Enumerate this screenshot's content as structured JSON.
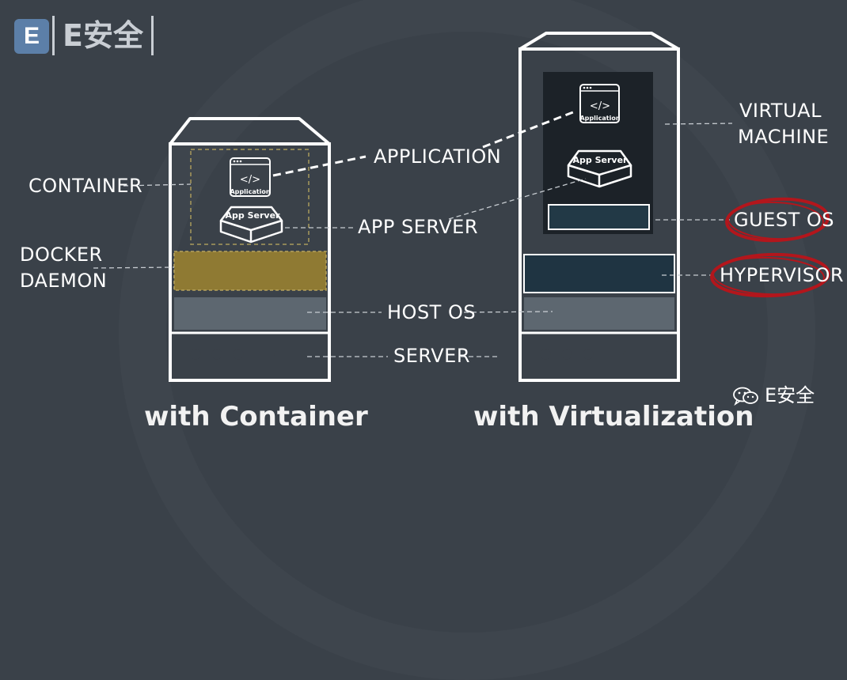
{
  "labels": {
    "container": "CONTAINER",
    "docker_daemon_line1": "DOCKER",
    "docker_daemon_line2": "DAEMON",
    "application": "APPLICATION",
    "app_server": "APP SERVER",
    "host_os": "HOST OS",
    "server": "SERVER",
    "virtual_machine_line1": "VIRTUAL",
    "virtual_machine_line2": "MACHINE",
    "guest_os": "GUEST OS",
    "hypervisor": "HYPERVISOR"
  },
  "captions": {
    "left": "with Container",
    "right": "with Virtualization"
  },
  "icons": {
    "app_code": "</>",
    "app_text": "Application",
    "server_text": "App Server"
  },
  "logo": {
    "badge": "E",
    "text": "E安全"
  },
  "watermark": {
    "text": "E安全",
    "icon": "wechat-icon"
  },
  "colors": {
    "background": "#3a4149",
    "docker_daemon": "#8f7a33",
    "host_os": "#5d6770",
    "hypervisor": "#1f3442",
    "vm": "#1c2228",
    "highlight_ring": "#b3161c",
    "outline": "#ffffff"
  }
}
